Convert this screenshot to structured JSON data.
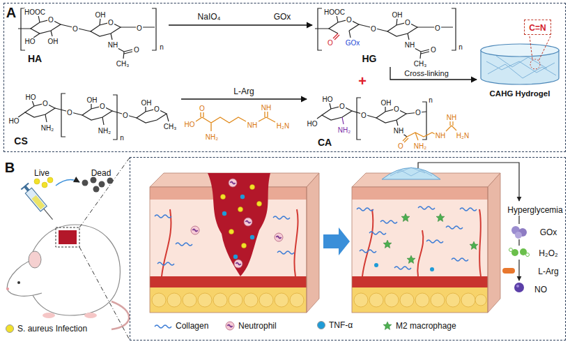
{
  "diagram": {
    "nodes": [
      {
        "text": [
          "A"
        ]
      },
      {
        "text": [
          "HA"
        ],
        "in": 0
      },
      {
        "text": [
          "HG"
        ],
        "in": 0
      },
      {
        "text": [
          "C=N"
        ],
        "in": 0
      },
      {
        "text": [
          "CAHG Hydrogel"
        ],
        "in": 0
      },
      {
        "text": [
          "CS"
        ],
        "in": 0
      },
      {
        "text": [
          "CA"
        ],
        "in": 0
      },
      {
        "text": [
          "B"
        ]
      }
    ],
    "edges": [
      {
        "from": 1,
        "to": 2,
        "arrow": "to",
        "label": "NaIO₄"
      },
      {
        "from": 2,
        "to": 4,
        "arrow": "to",
        "label": "Cross-linking"
      },
      {
        "from": 5,
        "to": 6,
        "arrow": "to",
        "label": "L-Arg"
      }
    ],
    "labels": [
      "HOOC",
      "O",
      "HO",
      "OH",
      "O",
      "OH",
      "O",
      "NH",
      "O",
      "CH₃",
      "O",
      "n",
      "GOx",
      "HOOC",
      "O",
      "O",
      "GOx",
      "O",
      "OH",
      "O",
      "NH",
      "O",
      "CH₃",
      "O",
      "n",
      "+",
      "HO",
      "O",
      "HO",
      "NH₂",
      "O",
      "OH",
      "O",
      "NH₂",
      "O",
      "n",
      "O",
      "OH",
      "CH₃",
      "O",
      "HO",
      "NH₂",
      "NH",
      "NH",
      "H₂N",
      "HO",
      "O",
      "HO",
      "NH₂",
      "O",
      "OH",
      "O",
      "NH",
      "O",
      "NH₂",
      "NH",
      "NH",
      "H₂N",
      "O",
      "n",
      "Live",
      "Dead",
      "Hyperglycemia",
      "GOx",
      "H₂O₂",
      "L-Arg",
      "NO"
    ],
    "legend": [
      {
        "text": "S. aureus Infection",
        "color": "#f2e12b"
      },
      {
        "text": "Collagen"
      },
      {
        "text": "Neutrophil"
      },
      {
        "text": "TNF-α",
        "color": "#1e9bd7"
      },
      {
        "text": "M2 macrophage"
      }
    ]
  }
}
